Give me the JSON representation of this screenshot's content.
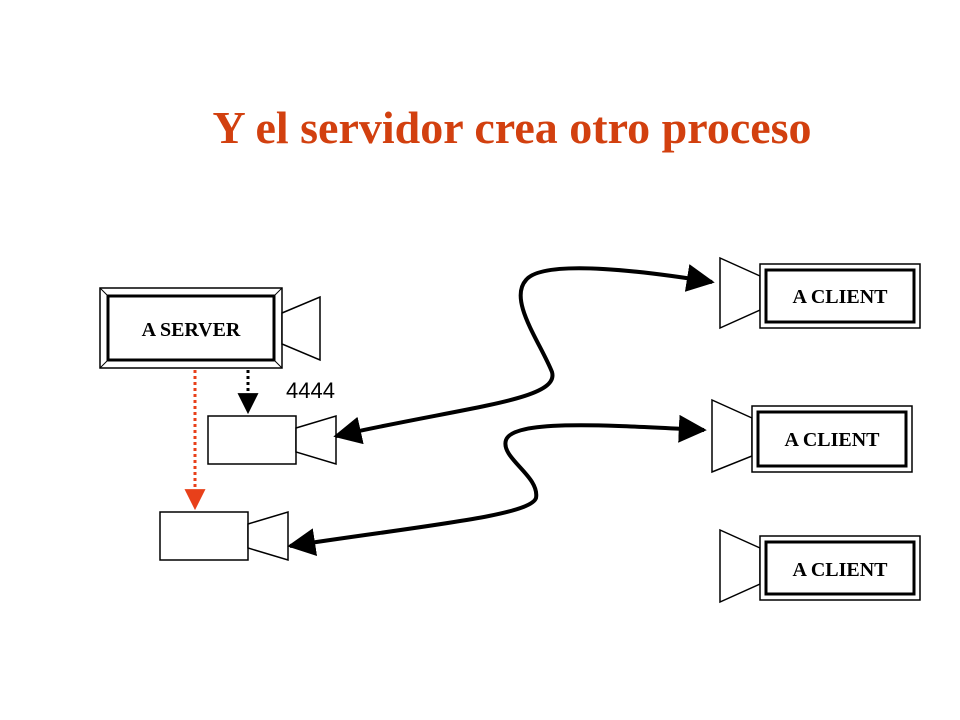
{
  "slide": {
    "title": "Y el servidor crea otro proceso",
    "title_color": "#d2400f"
  },
  "server": {
    "label": "A SERVER"
  },
  "port": {
    "label": "4444"
  },
  "clients": [
    {
      "label": "A CLIENT"
    },
    {
      "label": "A CLIENT"
    },
    {
      "label": "A CLIENT"
    }
  ],
  "colors": {
    "line": "#000000",
    "spawn_arrow": "#e8401a",
    "frame_fill": "#ffffff"
  }
}
